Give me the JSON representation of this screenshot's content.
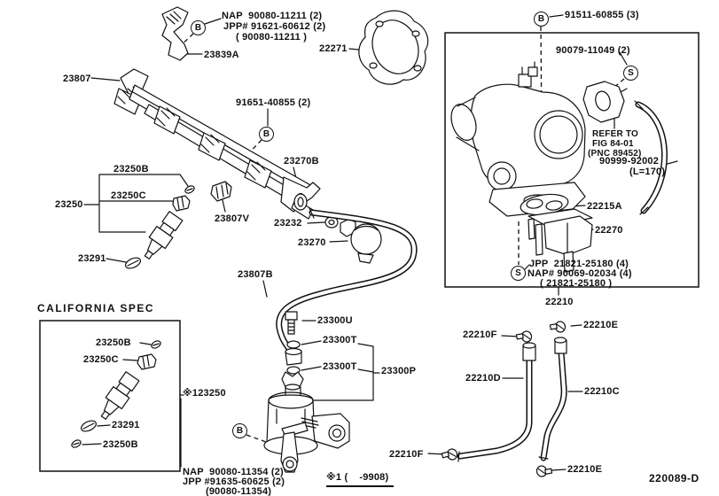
{
  "drawing": {
    "code": "220089-D",
    "footnote_ref": "※1 (    -9908)",
    "line_color": "#111111",
    "background": "#ffffff"
  },
  "callout_letters": {
    "b": "B",
    "s": "S"
  },
  "labels": {
    "nap_top_1": "NAP  90080-11211 (2)",
    "nap_top_2": "JPP# 91621-60612 (2)",
    "nap_top_3": "( 90080-11211 )",
    "p23839a": "23839A",
    "p23807": "23807",
    "p22271": "22271",
    "p91511": "91511-60855 (3)",
    "p90079": "90079-11049 (2)",
    "p91651": "91651-40855 (2)",
    "p23250b_main": "23250B",
    "p23250c_main": "23250C",
    "p23250": "23250",
    "p23291_main": "23291",
    "p23807v": "23807V",
    "p23270b": "23270B",
    "p23232": "23232",
    "p23270": "23270",
    "p23807b": "23807B",
    "refer_1": "REFER TO",
    "refer_2": "FIG 84-01",
    "refer_3": "(PNC 89452)",
    "p90999": "90999-92002",
    "p90999_len": "(L=170)",
    "p22215a": "22215A",
    "p22270_part": "22270",
    "jpp_mid_1": "JPP  21821-25180 (4)",
    "jpp_mid_2": "NAP# 90069-02034 (4)",
    "jpp_mid_3": "( 21821-25180 )",
    "p22210": "22210",
    "p23300u": "23300U",
    "p23300t_1": "23300T",
    "p23300t_2": "23300T",
    "p23300p": "23300P",
    "ca_title": "CALIFORNIA SPEC",
    "ca_23250b_1": "23250B",
    "ca_23250c": "23250C",
    "ca_ref_23250": "※123250",
    "ca_23291": "23291",
    "ca_23250b_2": "23250B",
    "nap_bot_1": "NAP  90080-11354 (2)",
    "nap_bot_2": "JPP #91635-60625 (2)",
    "nap_bot_3": "(90080-11354)",
    "p22210f_top": "22210F",
    "p22210e_top": "22210E",
    "p22210d": "22210D",
    "p22210c": "22210C",
    "p22210f_bot": "22210F",
    "p22210e_bot": "22210E"
  }
}
